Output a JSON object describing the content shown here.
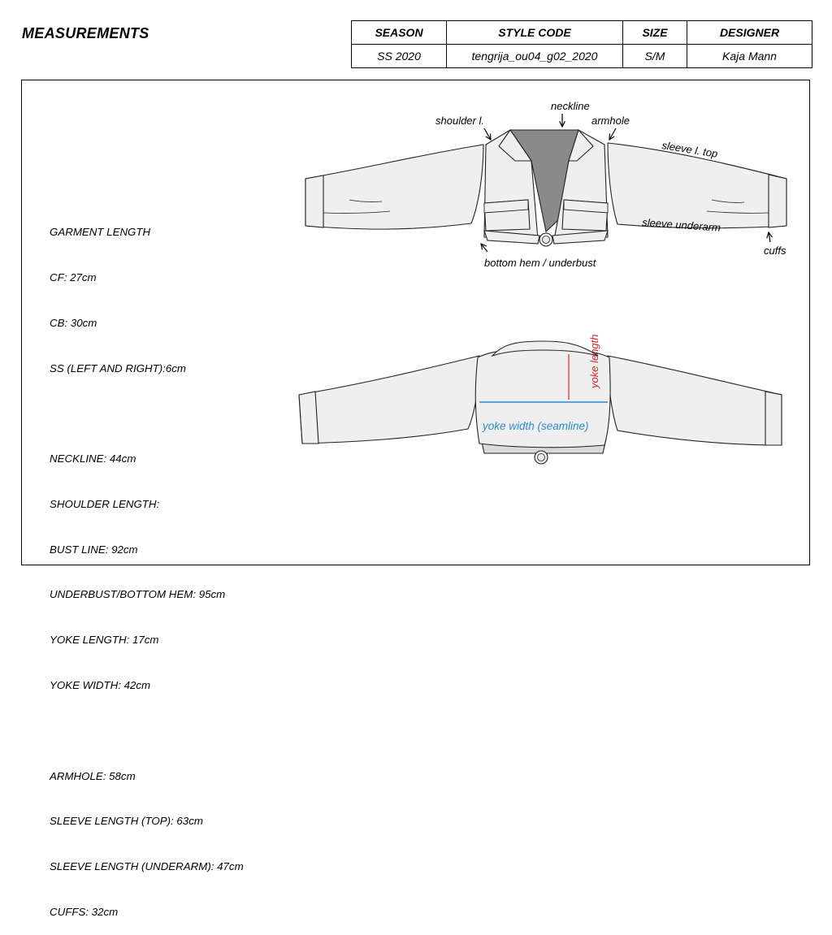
{
  "header": {
    "title": "MEASUREMENTS",
    "columns": [
      "SEASON",
      "STYLE CODE",
      "SIZE",
      "DESIGNER"
    ],
    "values": [
      "SS 2020",
      "tengrija_ou04_g02_2020",
      "S/M",
      "Kaja Mann"
    ]
  },
  "specs": {
    "garment_length": [
      "GARMENT LENGTH",
      "CF: 27cm",
      "CB: 30cm",
      "SS (LEFT AND RIGHT):6cm"
    ],
    "body": [
      "NECKLINE: 44cm",
      "SHOULDER LENGTH:",
      "BUST LINE: 92cm",
      "UNDERBUST/BOTTOM HEM: 95cm",
      "YOKE LENGTH: 17cm",
      "YOKE WIDTH: 42cm"
    ],
    "sleeve": [
      "ARMHOLE: 58cm",
      "SLEEVE LENGTH (TOP): 63cm",
      "SLEEVE LENGTH (UNDERARM): 47cm",
      "CUFFS: 32cm"
    ]
  },
  "front_labels": {
    "neckline": "neckline",
    "shoulder": "shoulder l.",
    "armhole": "armhole",
    "sleeve_top": "sleeve l. top",
    "sleeve_underarm": "sleeve underarm",
    "cuffs": "cuffs",
    "bottom_hem": "bottom hem / underbust"
  },
  "back_labels": {
    "yoke_length": "yoke length",
    "yoke_width": "yoke width (seamline)"
  },
  "colors": {
    "garment_fill": "#efefef",
    "neck_shadow": "#8a8a8a",
    "yoke_length_line": "#d0262c",
    "yoke_width_line": "#2a8ccc"
  }
}
